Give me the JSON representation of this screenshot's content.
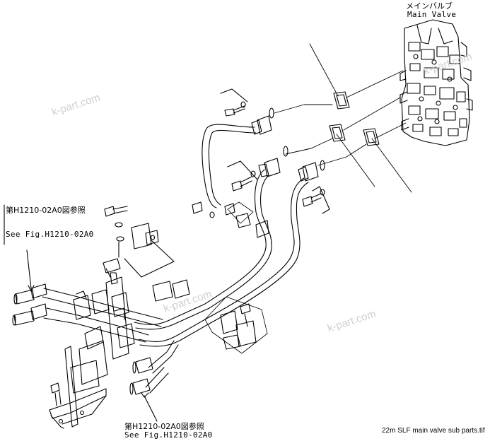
{
  "main_valve": {
    "jp": "メインバルブ",
    "en": "Main Valve"
  },
  "ref_left": {
    "jp": "第H1210-02A0図参照",
    "en": "See Fig.H1210-02A0"
  },
  "ref_bottom": {
    "jp": "第H1210-02A0図参照",
    "en": "See Fig.H1210-02A0"
  },
  "watermark": "k-part.com",
  "filename": "22m SLF main valve sub parts.tif",
  "colors": {
    "line": "#000000",
    "watermark": "#cfcfcf",
    "background": "#ffffff"
  }
}
